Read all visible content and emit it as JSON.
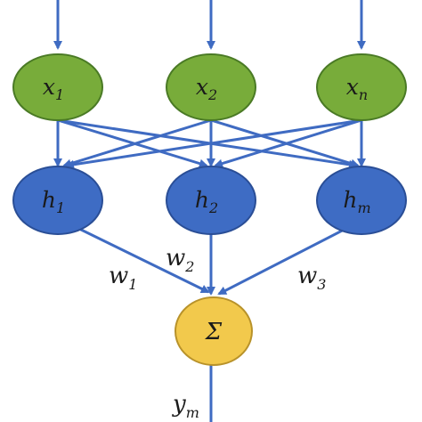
{
  "inputs": [
    {
      "base": "x",
      "sub": "1"
    },
    {
      "base": "x",
      "sub": "2"
    },
    {
      "base": "x",
      "sub": "n"
    }
  ],
  "hidden": [
    {
      "base": "h",
      "sub": "1"
    },
    {
      "base": "h",
      "sub": "2"
    },
    {
      "base": "h",
      "sub": "m"
    }
  ],
  "output": {
    "symbol": "Σ"
  },
  "weights": [
    {
      "base": "w",
      "sub": "1"
    },
    {
      "base": "w",
      "sub": "2"
    },
    {
      "base": "w",
      "sub": "3"
    }
  ],
  "result": {
    "base": "y",
    "sub": "m"
  },
  "colors": {
    "input_fill": "#78AC3A",
    "input_stroke": "#4A7A25",
    "hidden_fill": "#3E6CC4",
    "hidden_stroke": "#2A4E96",
    "output_fill": "#F2C94C",
    "output_stroke": "#B8922A",
    "edge": "#3F6BC2"
  }
}
